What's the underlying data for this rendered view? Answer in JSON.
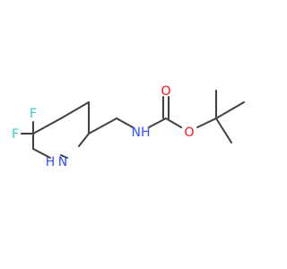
{
  "molecule": {
    "atoms": {
      "F1": {
        "label": "F",
        "color": "#33cccc"
      },
      "F2": {
        "label": "F",
        "color": "#33cccc"
      },
      "NH": {
        "label": "NH",
        "color": "#3050f8"
      },
      "N": {
        "label": "N",
        "color": "#3050f8"
      },
      "H": {
        "label": "H",
        "color": "#3050f8"
      },
      "O_carbonyl": {
        "label": "O",
        "color": "#ff0d0d"
      },
      "O_ester": {
        "label": "O",
        "color": "#ff0d0d"
      }
    },
    "bond_color": "#404040"
  }
}
